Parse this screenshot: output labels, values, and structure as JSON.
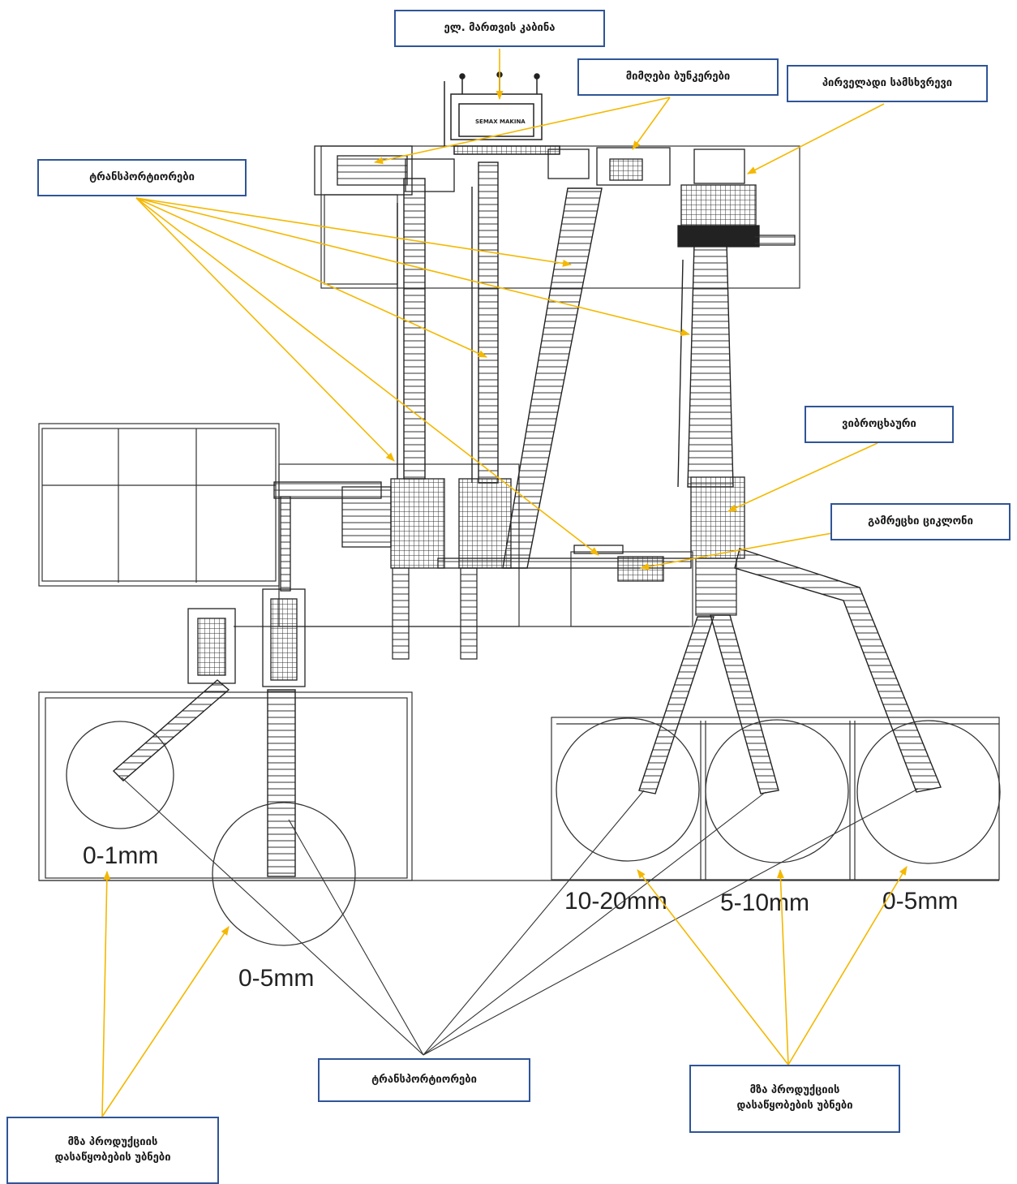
{
  "callouts": {
    "control_cabin": "ელ. მართვის კაბინა",
    "receiving_bunkers": "მიმღები ბუნკერები",
    "primary_crusher": "პირველადი სამსხვრევი",
    "conveyors_top": "ტრანსპორტიორები",
    "vibro_screen": "ვიბროცხაური",
    "dust_cyclone": "გამრეცხი ციკლონი",
    "conveyors_bottom": "ტრანსპორტიორები",
    "storage_bins_left": "მზა პროდუქციის დასაწყობების უბნები",
    "storage_bins_right": "მზა პროდუქციის დასაწყობების უბნები"
  },
  "cabin_sign": "SEMAX MAKINA",
  "piles": {
    "left_1": "0-1mm",
    "left_2": "0-5mm",
    "right_1": "10-20mm",
    "right_2": "5-10mm",
    "right_3": "0-5mm"
  },
  "colors": {
    "arrow": "#f4b800",
    "box_border": "#2f5597",
    "drawing_line": "#222222",
    "pointer_line": "#333333"
  }
}
